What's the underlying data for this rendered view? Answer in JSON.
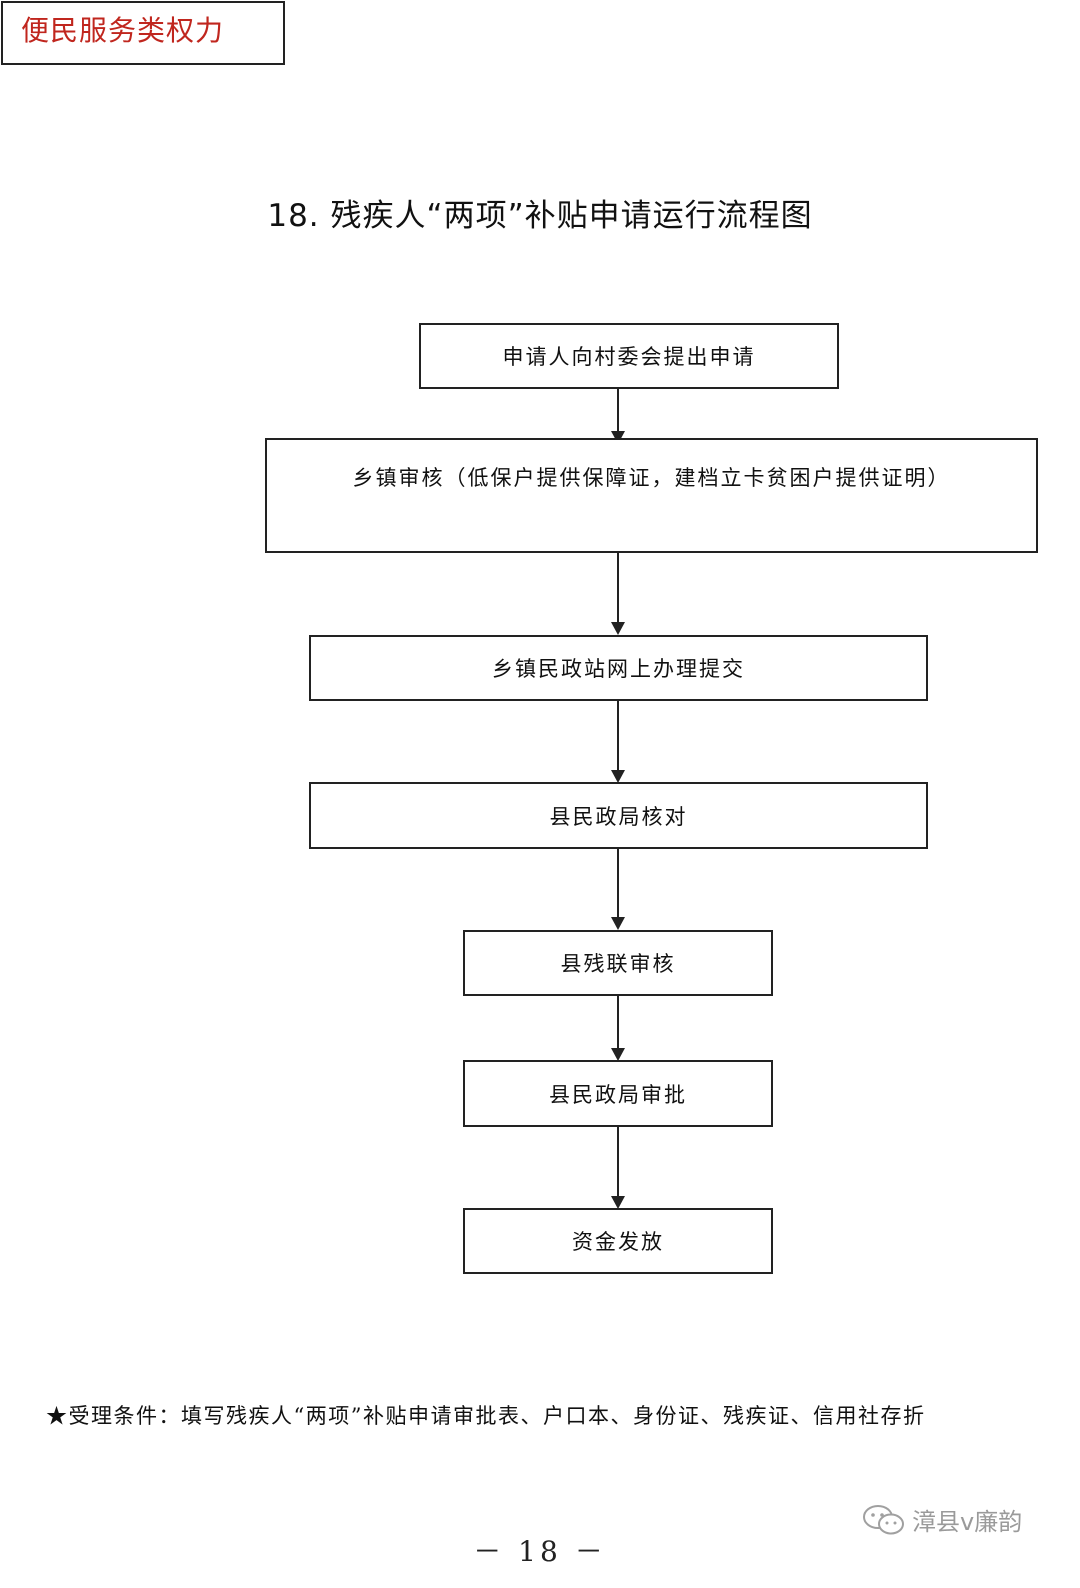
{
  "category_label": "便民服务类权力",
  "title": "18. 残疾人“两项”补贴申请运行流程图",
  "flow": {
    "steps": [
      "申请人向村委会提出申请",
      "乡镇审核（低保户提供保障证，建档立卡贫困户提供证明）",
      "乡镇民政站网上办理提交",
      "县民政局核对",
      "县残联审核",
      "县民政局审批",
      "资金发放"
    ]
  },
  "footnote": "★受理条件：填写残疾人“两项”补贴申请审批表、户口本、身份证、残疾证、信用社存折",
  "watermark": {
    "text": "漳县v廉韵",
    "icon": "wechat-icon"
  },
  "page_number": "－ 18 －"
}
